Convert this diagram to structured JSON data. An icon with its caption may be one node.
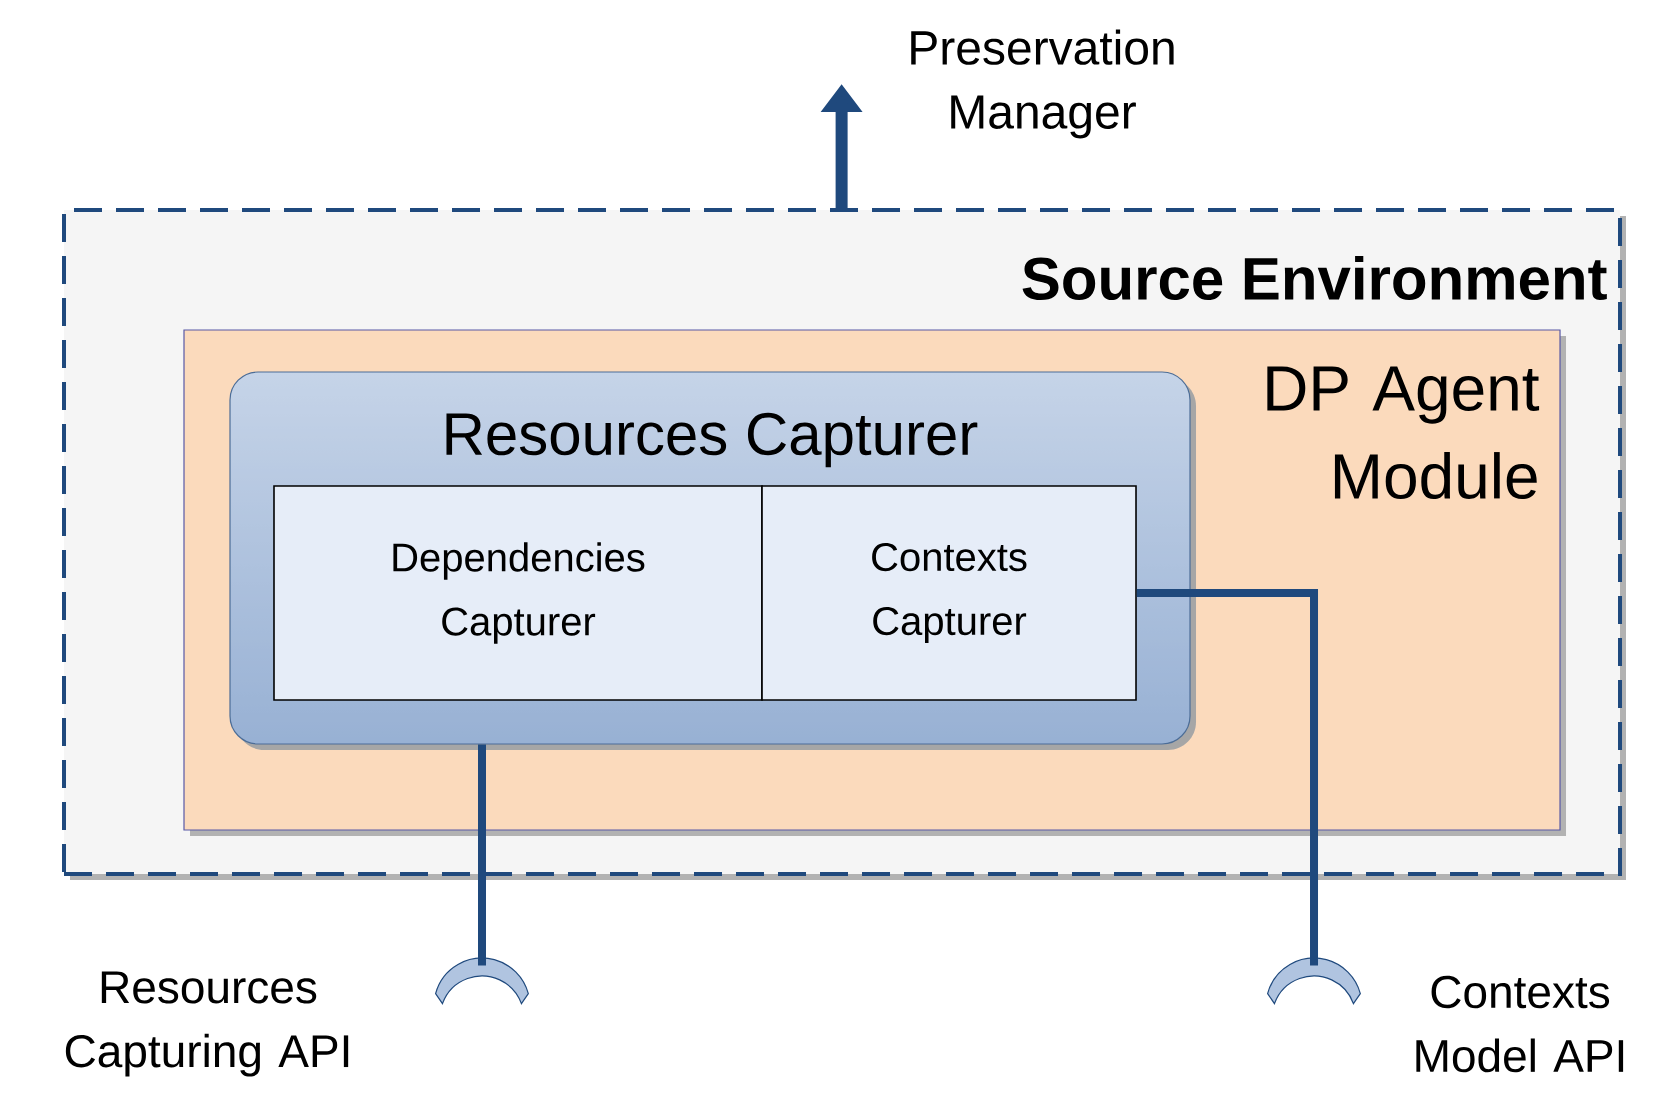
{
  "diagram": {
    "nodes": [
      {
        "text": [
          "Source Environment"
        ]
      },
      {
        "text": [
          "DP Agent Module"
        ],
        "in": 0
      },
      {
        "text": [
          "Resources Capturer"
        ],
        "in": 1
      },
      {
        "text": [
          "Dependencies Capturer"
        ],
        "in": 2
      },
      {
        "text": [
          "Contexts Capturer"
        ],
        "in": 2
      },
      {
        "text": [
          "Preservation Manager"
        ]
      },
      {
        "text": [],
        "shape": "socket",
        "beside": [
          "Resources Capturing API"
        ]
      },
      {
        "text": [],
        "shape": "socket",
        "beside": [
          "Contexts Model API"
        ]
      }
    ],
    "edges": [
      {
        "from": 0,
        "to": 5,
        "arrow": "to"
      },
      {
        "from": 2,
        "to": 6,
        "arrow": "none"
      },
      {
        "from": 4,
        "to": 7,
        "arrow": "none"
      }
    ]
  }
}
